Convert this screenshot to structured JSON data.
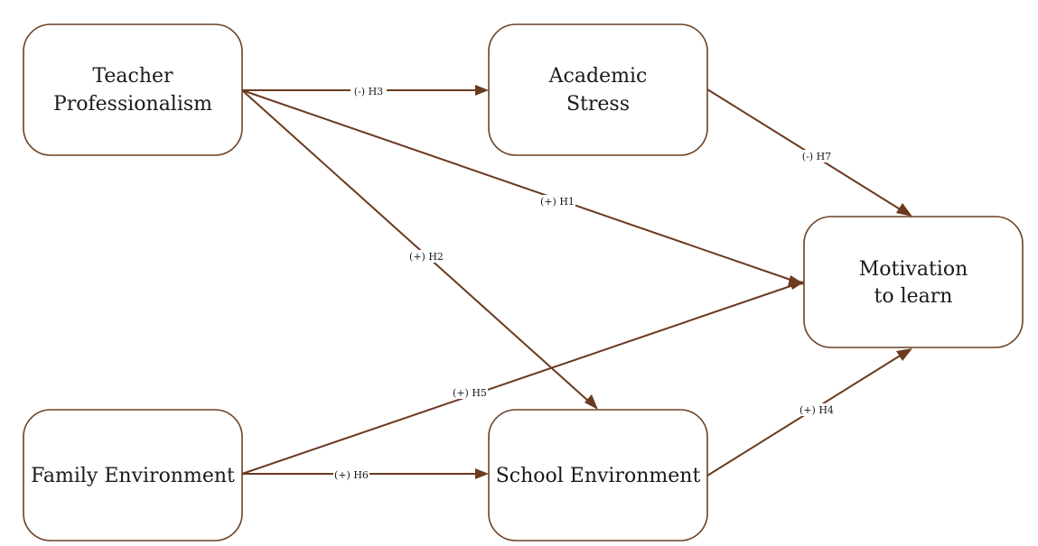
{
  "colors": {
    "edge": "#6b3a1f",
    "node_border": "#6b4226",
    "background": "#ffffff"
  },
  "nodes": {
    "teacher": {
      "lines": [
        "Teacher",
        "Professionalism"
      ]
    },
    "stress": {
      "lines": [
        "Academic",
        "Stress"
      ]
    },
    "motivation": {
      "lines": [
        "Motivation",
        "to learn"
      ]
    },
    "family": {
      "lines": [
        "Family Environment"
      ]
    },
    "school": {
      "lines": [
        "School Environment"
      ]
    }
  },
  "edges": {
    "h3": {
      "from": "teacher",
      "to": "stress",
      "label": "(-) H3"
    },
    "h7": {
      "from": "stress",
      "to": "motivation",
      "label": "(-) H7"
    },
    "h1": {
      "from": "teacher",
      "to": "motivation",
      "label": "(+) H1"
    },
    "h2": {
      "from": "teacher",
      "to": "school",
      "label": "(+) H2"
    },
    "h5": {
      "from": "family",
      "to": "motivation",
      "label": "(+) H5"
    },
    "h6": {
      "from": "family",
      "to": "school",
      "label": "(+) H6"
    },
    "h4": {
      "from": "school",
      "to": "motivation",
      "label": "(+) H4"
    }
  }
}
